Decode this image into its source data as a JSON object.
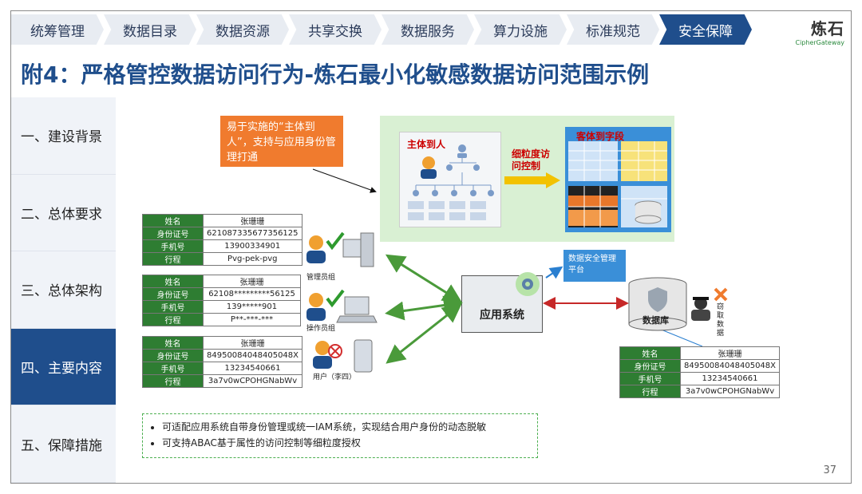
{
  "nav": {
    "items": [
      "统筹管理",
      "数据目录",
      "数据资源",
      "共享交换",
      "数据服务",
      "算力设施",
      "标准规范",
      "安全保障"
    ],
    "active_index": 7
  },
  "logo": {
    "cn": "炼石",
    "en": "CipherGateway"
  },
  "page_title": "附4：严格管控数据访问行为-炼石最小化敏感数据访问范围示例",
  "sidebar": {
    "items": [
      "一、建设背景",
      "二、总体要求",
      "三、总体架构",
      "四、主要内容",
      "五、保障措施"
    ],
    "active_index": 3
  },
  "callout": "易于实施的“主体到人”，支持与应用身份管理打通",
  "diagram": {
    "subject_label": "主体到人",
    "fine_grained_label": "细粒度访问控制",
    "object_label": "客体到字段",
    "dsm_label": "数据安全管理平台",
    "app_system": "应用系统",
    "database": "数据库",
    "steal_label": "窃取数据",
    "admin_group": "管理员组",
    "operator_group": "操作员组",
    "user_label": "用户（李四）",
    "colors": {
      "green_arrow": "#4a9a3a",
      "red_arrow": "#c62828",
      "accent": "#1f4e8c",
      "orange": "#f07b2e"
    }
  },
  "tables": {
    "admin": [
      [
        "姓名",
        "张珊珊"
      ],
      [
        "身份证号",
        "621087335677356125"
      ],
      [
        "手机号",
        "13900334901"
      ],
      [
        "行程",
        "Pvg-pek-pvg"
      ]
    ],
    "operator": [
      [
        "姓名",
        "张珊珊"
      ],
      [
        "身份证号",
        "62108*********56125"
      ],
      [
        "手机号",
        "139*****901"
      ],
      [
        "行程",
        "P**-***-***"
      ]
    ],
    "user": [
      [
        "姓名",
        "张珊珊"
      ],
      [
        "身份证号",
        "84950084048405048X"
      ],
      [
        "手机号",
        "13234540661"
      ],
      [
        "行程",
        "3a7v0wCPOHGNabWv"
      ]
    ],
    "db": [
      [
        "姓名",
        "张珊珊"
      ],
      [
        "身份证号",
        "84950084048405048X"
      ],
      [
        "手机号",
        "13234540661"
      ],
      [
        "行程",
        "3a7v0wCPOHGNabWv"
      ]
    ]
  },
  "notes": [
    "可适配应用系统自带身份管理或统一IAM系统，实现结合用户身份的动态脱敏",
    "可支持ABAC基于属性的访问控制等细粒度授权"
  ],
  "page_number": "37"
}
